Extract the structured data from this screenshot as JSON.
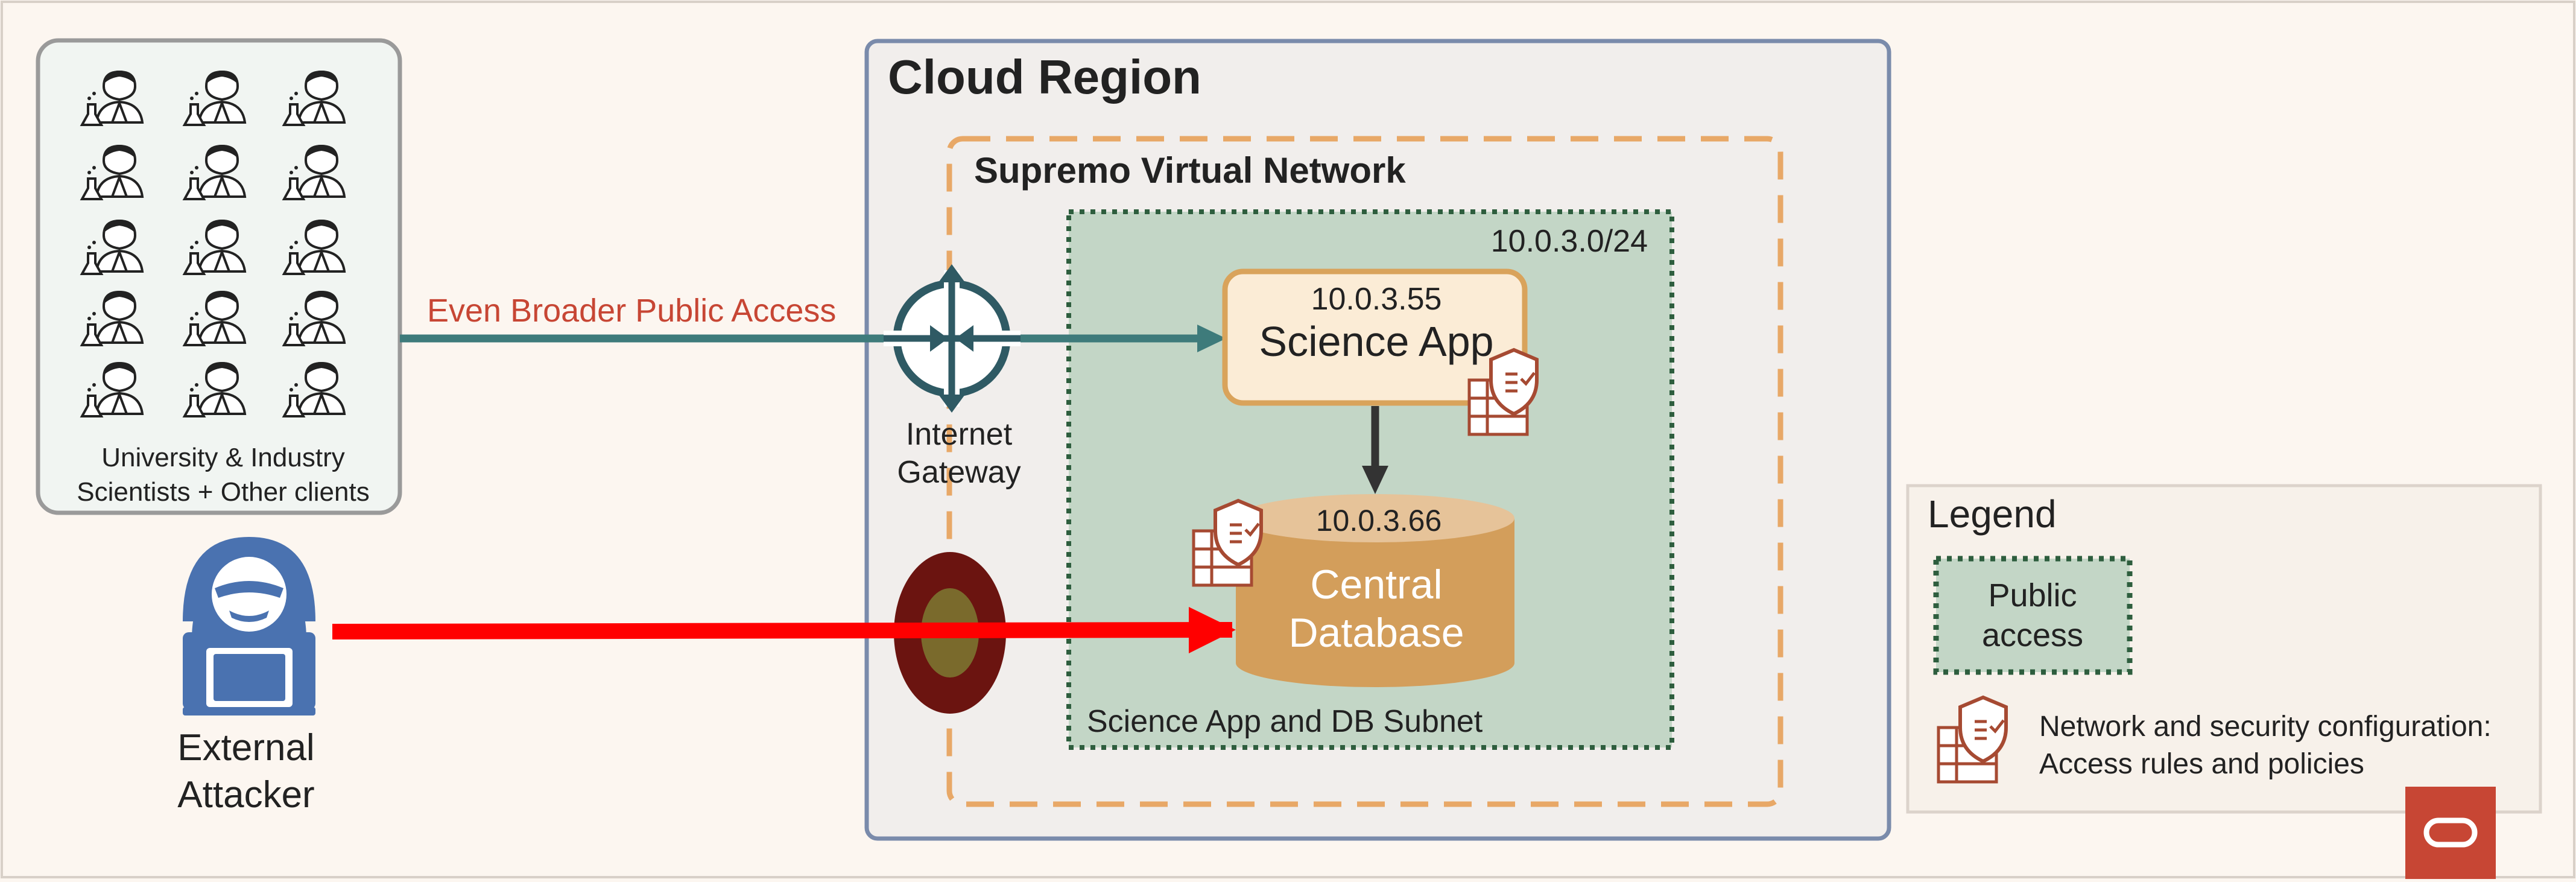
{
  "clients": {
    "label_line1": "University & Industry",
    "label_line2": "Scientists + Other clients",
    "icon": "scientist-icon"
  },
  "public_access_label": "Even Broader Public Access",
  "attacker": {
    "label_line1": "External",
    "label_line2": "Attacker",
    "icon": "hacker-icon"
  },
  "cloud_region": {
    "title": "Cloud Region"
  },
  "virtual_network": {
    "title": "Supremo Virtual Network"
  },
  "internet_gateway": {
    "label_line1": "Internet",
    "label_line2": "Gateway",
    "icon": "internet-gateway-icon"
  },
  "subnet": {
    "cidr": "10.0.3.0/24",
    "name": "Science App and DB Subnet"
  },
  "science_app": {
    "ip": "10.0.3.55",
    "name": "Science App"
  },
  "database": {
    "ip": "10.0.3.66",
    "name_line1": "Central",
    "name_line2": "Database"
  },
  "legend": {
    "title": "Legend",
    "public_line1": "Public",
    "public_line2": "access",
    "security_line1": "Network and security configuration:",
    "security_line2": "Access rules and policies"
  },
  "colors": {
    "teal": "#3e7b7b",
    "attack_red": "#ff0000",
    "public_label": "#c74634",
    "orange_dash": "#e8a867",
    "subnet_fill": "#c3d6c6",
    "db_fill": "#d39e5b",
    "oracle_red": "#c74634"
  },
  "logo": {
    "icon": "oracle-logo-icon"
  }
}
